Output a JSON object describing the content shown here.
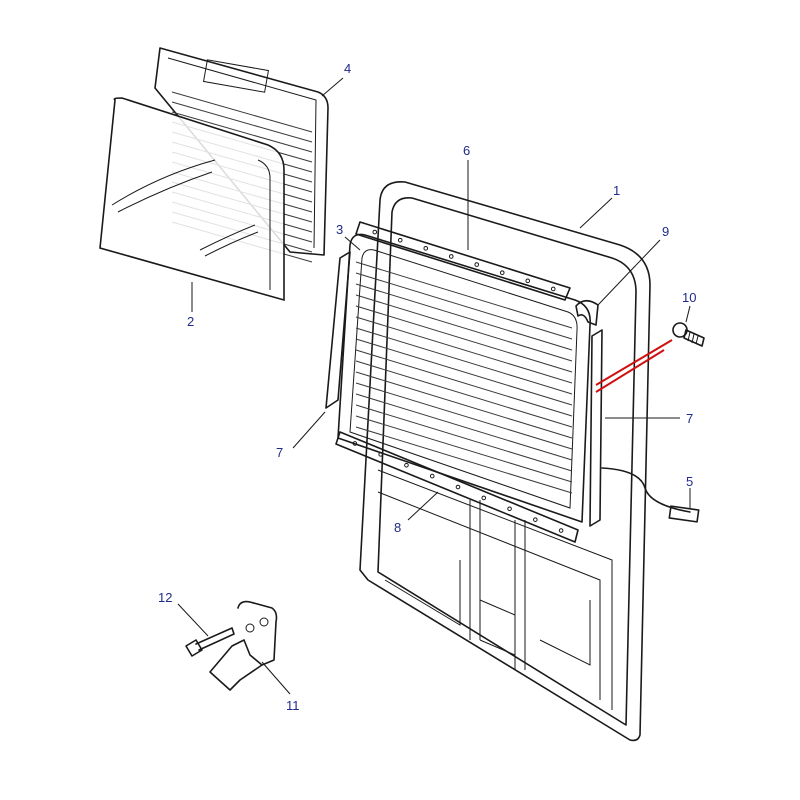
{
  "callouts": [
    {
      "id": "1",
      "label": "1"
    },
    {
      "id": "2",
      "label": "2"
    },
    {
      "id": "3",
      "label": "3"
    },
    {
      "id": "4",
      "label": "4"
    },
    {
      "id": "5",
      "label": "5"
    },
    {
      "id": "6",
      "label": "6"
    },
    {
      "id": "7a",
      "label": "7"
    },
    {
      "id": "7b",
      "label": "7"
    },
    {
      "id": "8",
      "label": "8"
    },
    {
      "id": "9",
      "label": "9"
    },
    {
      "id": "10",
      "label": "10"
    },
    {
      "id": "11",
      "label": "11"
    },
    {
      "id": "12",
      "label": "12"
    }
  ],
  "colors": {
    "line": "#1a1a1a",
    "callout_text": "#1f2a8a",
    "highlight_leader": "#d01010"
  }
}
